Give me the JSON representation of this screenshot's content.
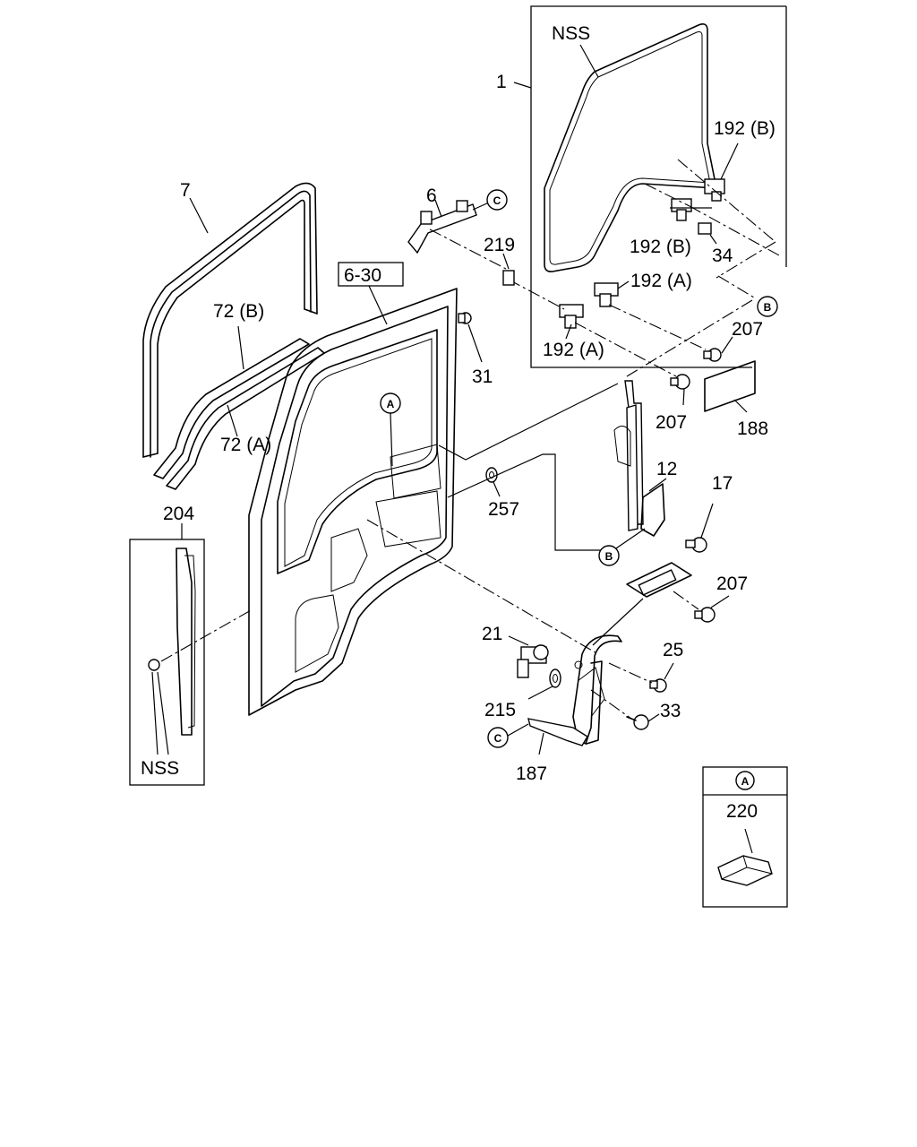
{
  "diagram": {
    "labels": {
      "part_1": "1",
      "nss_glass": "NSS",
      "part_192b_top": "192 (B)",
      "part_192b_mid": "192 (B)",
      "part_34": "34",
      "part_192a_right": "192 (A)",
      "part_192a_left": "192 (A)",
      "part_207_a": "207",
      "part_207_b": "207",
      "part_188": "188",
      "part_6": "6",
      "part_219": "219",
      "part_7": "7",
      "part_6_30": "6-30",
      "part_72b": "72 (B)",
      "part_72a": "72 (A)",
      "part_31": "31",
      "part_257": "257",
      "part_12": "12",
      "part_17": "17",
      "part_207_c": "207",
      "part_204": "204",
      "nss_strip": "NSS",
      "part_21": "21",
      "part_25": "25",
      "part_215": "215",
      "part_33": "33",
      "part_187": "187",
      "part_220": "220"
    },
    "callouts": {
      "ref_c_top": "C",
      "ref_a_door": "A",
      "ref_b_glass": "B",
      "ref_b_regulator": "B",
      "ref_c_bottom": "C",
      "ref_a_inset": "A"
    }
  }
}
